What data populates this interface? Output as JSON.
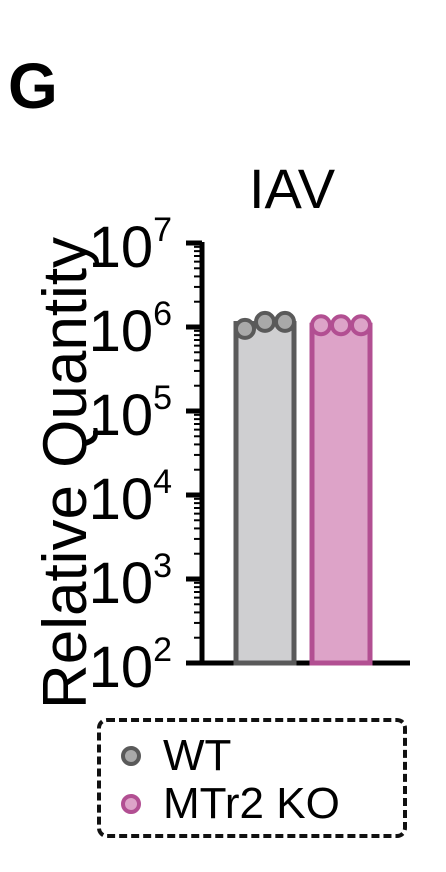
{
  "panel_label": "G",
  "chart_data": {
    "type": "bar",
    "title": "IAV",
    "ylabel": "Relative Quantity",
    "xlabel": "",
    "y_scale": "log",
    "ylim": [
      100,
      10000000
    ],
    "y_ticks": [
      {
        "value": 100,
        "base": "10",
        "exp": "2"
      },
      {
        "value": 1000,
        "base": "10",
        "exp": "3"
      },
      {
        "value": 10000,
        "base": "10",
        "exp": "4"
      },
      {
        "value": 100000,
        "base": "10",
        "exp": "5"
      },
      {
        "value": 1000000,
        "base": "10",
        "exp": "6"
      },
      {
        "value": 10000000,
        "base": "10",
        "exp": "7"
      }
    ],
    "series": [
      {
        "name": "WT",
        "value": 1100000,
        "points": [
          950000,
          1150000,
          1150000
        ],
        "fill_color": "#cfcfd1",
        "stroke_color": "#5a5a5a",
        "point_color": "#a9a9a9"
      },
      {
        "name": "MTr2 KO",
        "value": 1050000,
        "points": [
          1050000,
          1050000,
          1050000
        ],
        "fill_color": "#dda3c8",
        "stroke_color": "#b24f92",
        "point_color": "#dda3c8"
      }
    ],
    "legend_position": "bottom",
    "grid": false
  }
}
